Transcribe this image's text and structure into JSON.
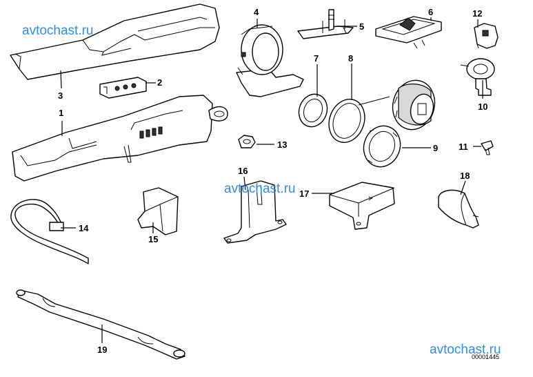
{
  "watermark": {
    "top_left": "avtochast.ru",
    "center": "avtochast.ru",
    "bottom_right": "avtochast.ru"
  },
  "diagram_code": "00001445",
  "callouts": {
    "c1": "1",
    "c2": "2",
    "c3": "3",
    "c4": "4",
    "c5": "5",
    "c6": "6",
    "c7": "7",
    "c8": "8",
    "c9": "9",
    "c10": "10",
    "c11": "11",
    "c12": "12",
    "c13": "13",
    "c14": "14",
    "c15": "15",
    "c16": "16",
    "c17": "17",
    "c18": "18",
    "c19": "19"
  }
}
